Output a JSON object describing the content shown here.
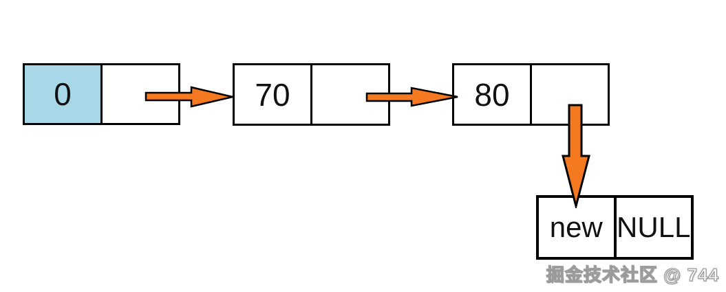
{
  "diagram": {
    "type": "singly-linked-list-insertion",
    "nodes": [
      {
        "name": "head-node",
        "value": "0",
        "pointer": "",
        "highlighted": true,
        "value_bg": "#A8D8E8"
      },
      {
        "name": "node-70",
        "value": "70",
        "pointer": "",
        "highlighted": false,
        "value_bg": "#FFFFFF"
      },
      {
        "name": "node-80",
        "value": "80",
        "pointer": "",
        "highlighted": false,
        "value_bg": "#FFFFFF"
      },
      {
        "name": "new-node",
        "value": "new",
        "pointer": "NULL",
        "highlighted": false,
        "value_bg": "#FFFFFF"
      }
    ],
    "arrows": [
      {
        "name": "arrow-head-to-70",
        "from": "head-node",
        "to": "node-70",
        "direction": "right"
      },
      {
        "name": "arrow-70-to-80",
        "from": "node-70",
        "to": "node-80",
        "direction": "right"
      },
      {
        "name": "arrow-80-to-new",
        "from": "node-80",
        "to": "new-node",
        "direction": "down"
      }
    ]
  },
  "colors": {
    "arrow_orange": "#F47920",
    "arrow_outline": "#000000",
    "highlight_blue": "#A8D8E8",
    "box_border": "#000000"
  },
  "watermark": {
    "text": "掘金技术社区 @ 744"
  }
}
